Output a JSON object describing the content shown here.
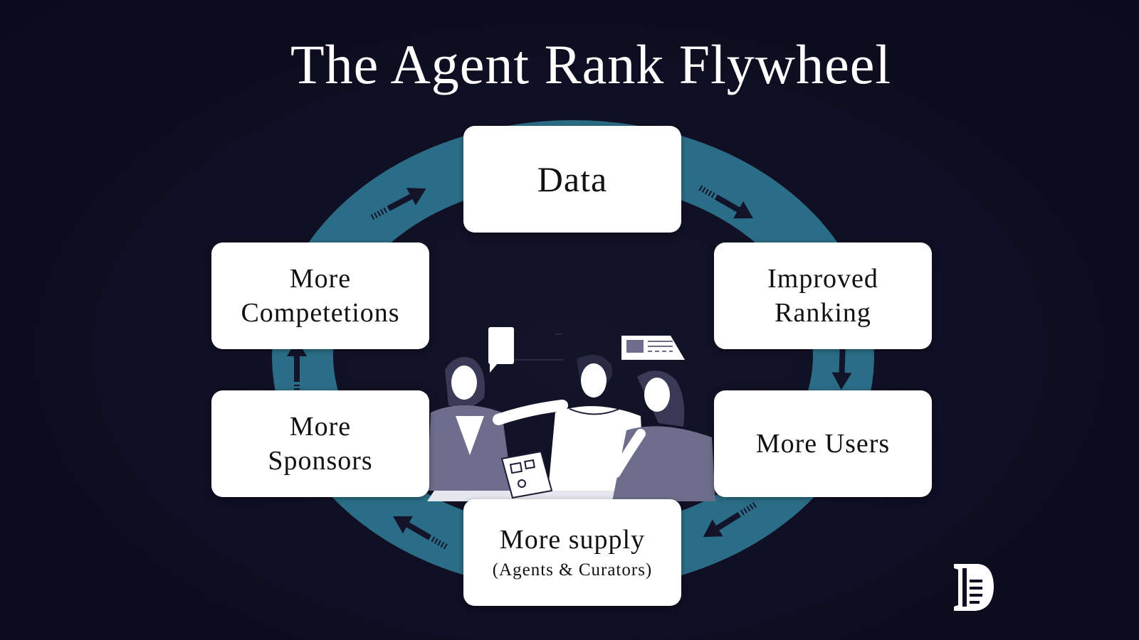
{
  "title": "The Agent Rank Flywheel",
  "nodes": {
    "data": {
      "label": "Data"
    },
    "improved_ranking": {
      "line1": "Improved",
      "line2": "Ranking"
    },
    "more_users": {
      "label": "More Users"
    },
    "more_supply": {
      "label": "More supply",
      "sublabel": "(Agents & Curators)"
    },
    "more_sponsors": {
      "line1": "More",
      "line2": "Sponsors"
    },
    "more_competetions": {
      "line1": "More",
      "line2": "Competetions"
    }
  },
  "colors": {
    "background": "#0f0e22",
    "ring": "#2b6d86",
    "ring_arrow": "#13142a",
    "card": "#ffffff",
    "text": "#111111",
    "title": "#ffffff",
    "figure_fill": "#6e6e8c",
    "figure_dark": "#1c1c34"
  },
  "icons": {
    "ring_arrows": "arrow-icon",
    "logo": "logo-icon",
    "illustration": "team-collaboration-illustration"
  }
}
